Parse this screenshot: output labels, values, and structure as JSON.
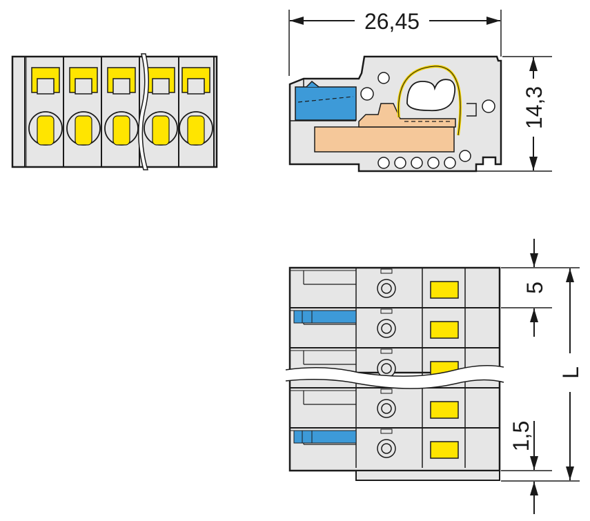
{
  "dimensions": {
    "width_label": "26,45",
    "height_label": "14,3",
    "pitch_label": "5",
    "length_label": "L",
    "offset_label": "1,5"
  },
  "colors": {
    "outline": "#1a1a1a",
    "housing": "#e6e6e6",
    "clamp_yellow": "#ffe500",
    "release_blue": "#3d9ad8",
    "contact_peach": "#f5c89a",
    "spring_yellow": "#f0d000"
  },
  "views": {
    "front": {
      "pole_count_shown": 5
    },
    "top": {
      "pole_count_shown": 5
    }
  }
}
